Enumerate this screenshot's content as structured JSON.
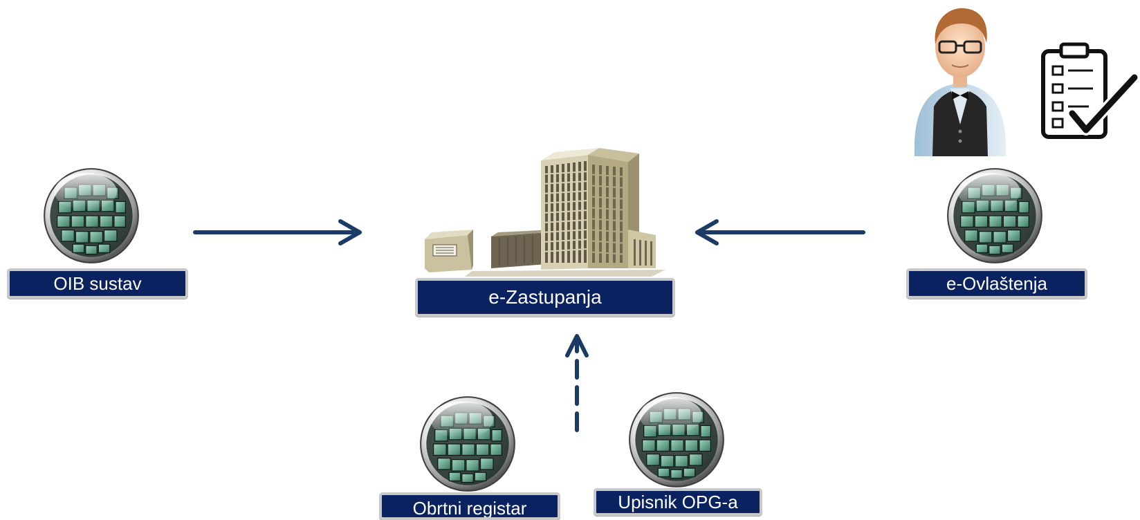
{
  "nodes": {
    "oib": {
      "label": "OIB sustav",
      "icon": "globe-cube-icon"
    },
    "ezastupanja": {
      "label": "e-Zastupanja",
      "icon": "government-building-icon"
    },
    "eovlastenja": {
      "label": "e-Ovlaštenja",
      "icon": "globe-cube-icon"
    },
    "obrtni": {
      "label": "Obrtni registar",
      "icon": "globe-cube-icon"
    },
    "opg": {
      "label": "Upisnik OPG-a",
      "icon": "globe-cube-icon"
    }
  },
  "decorations": {
    "person_icon": "user-avatar-icon",
    "checklist_icon": "clipboard-checklist-icon"
  },
  "edges": [
    {
      "from": "OIB sustav",
      "to": "e-Zastupanja",
      "style": "solid"
    },
    {
      "from": "e-Ovlaštenja",
      "to": "e-Zastupanja",
      "style": "solid"
    },
    {
      "from": "Obrtni registar / Upisnik OPG-a",
      "to": "e-Zastupanja",
      "style": "dashed"
    }
  ],
  "colors": {
    "label_fill": "#0b2260",
    "label_border": "#c9c9c9",
    "arrow": "#1c3a66",
    "globe_green": "#4f8f78"
  }
}
